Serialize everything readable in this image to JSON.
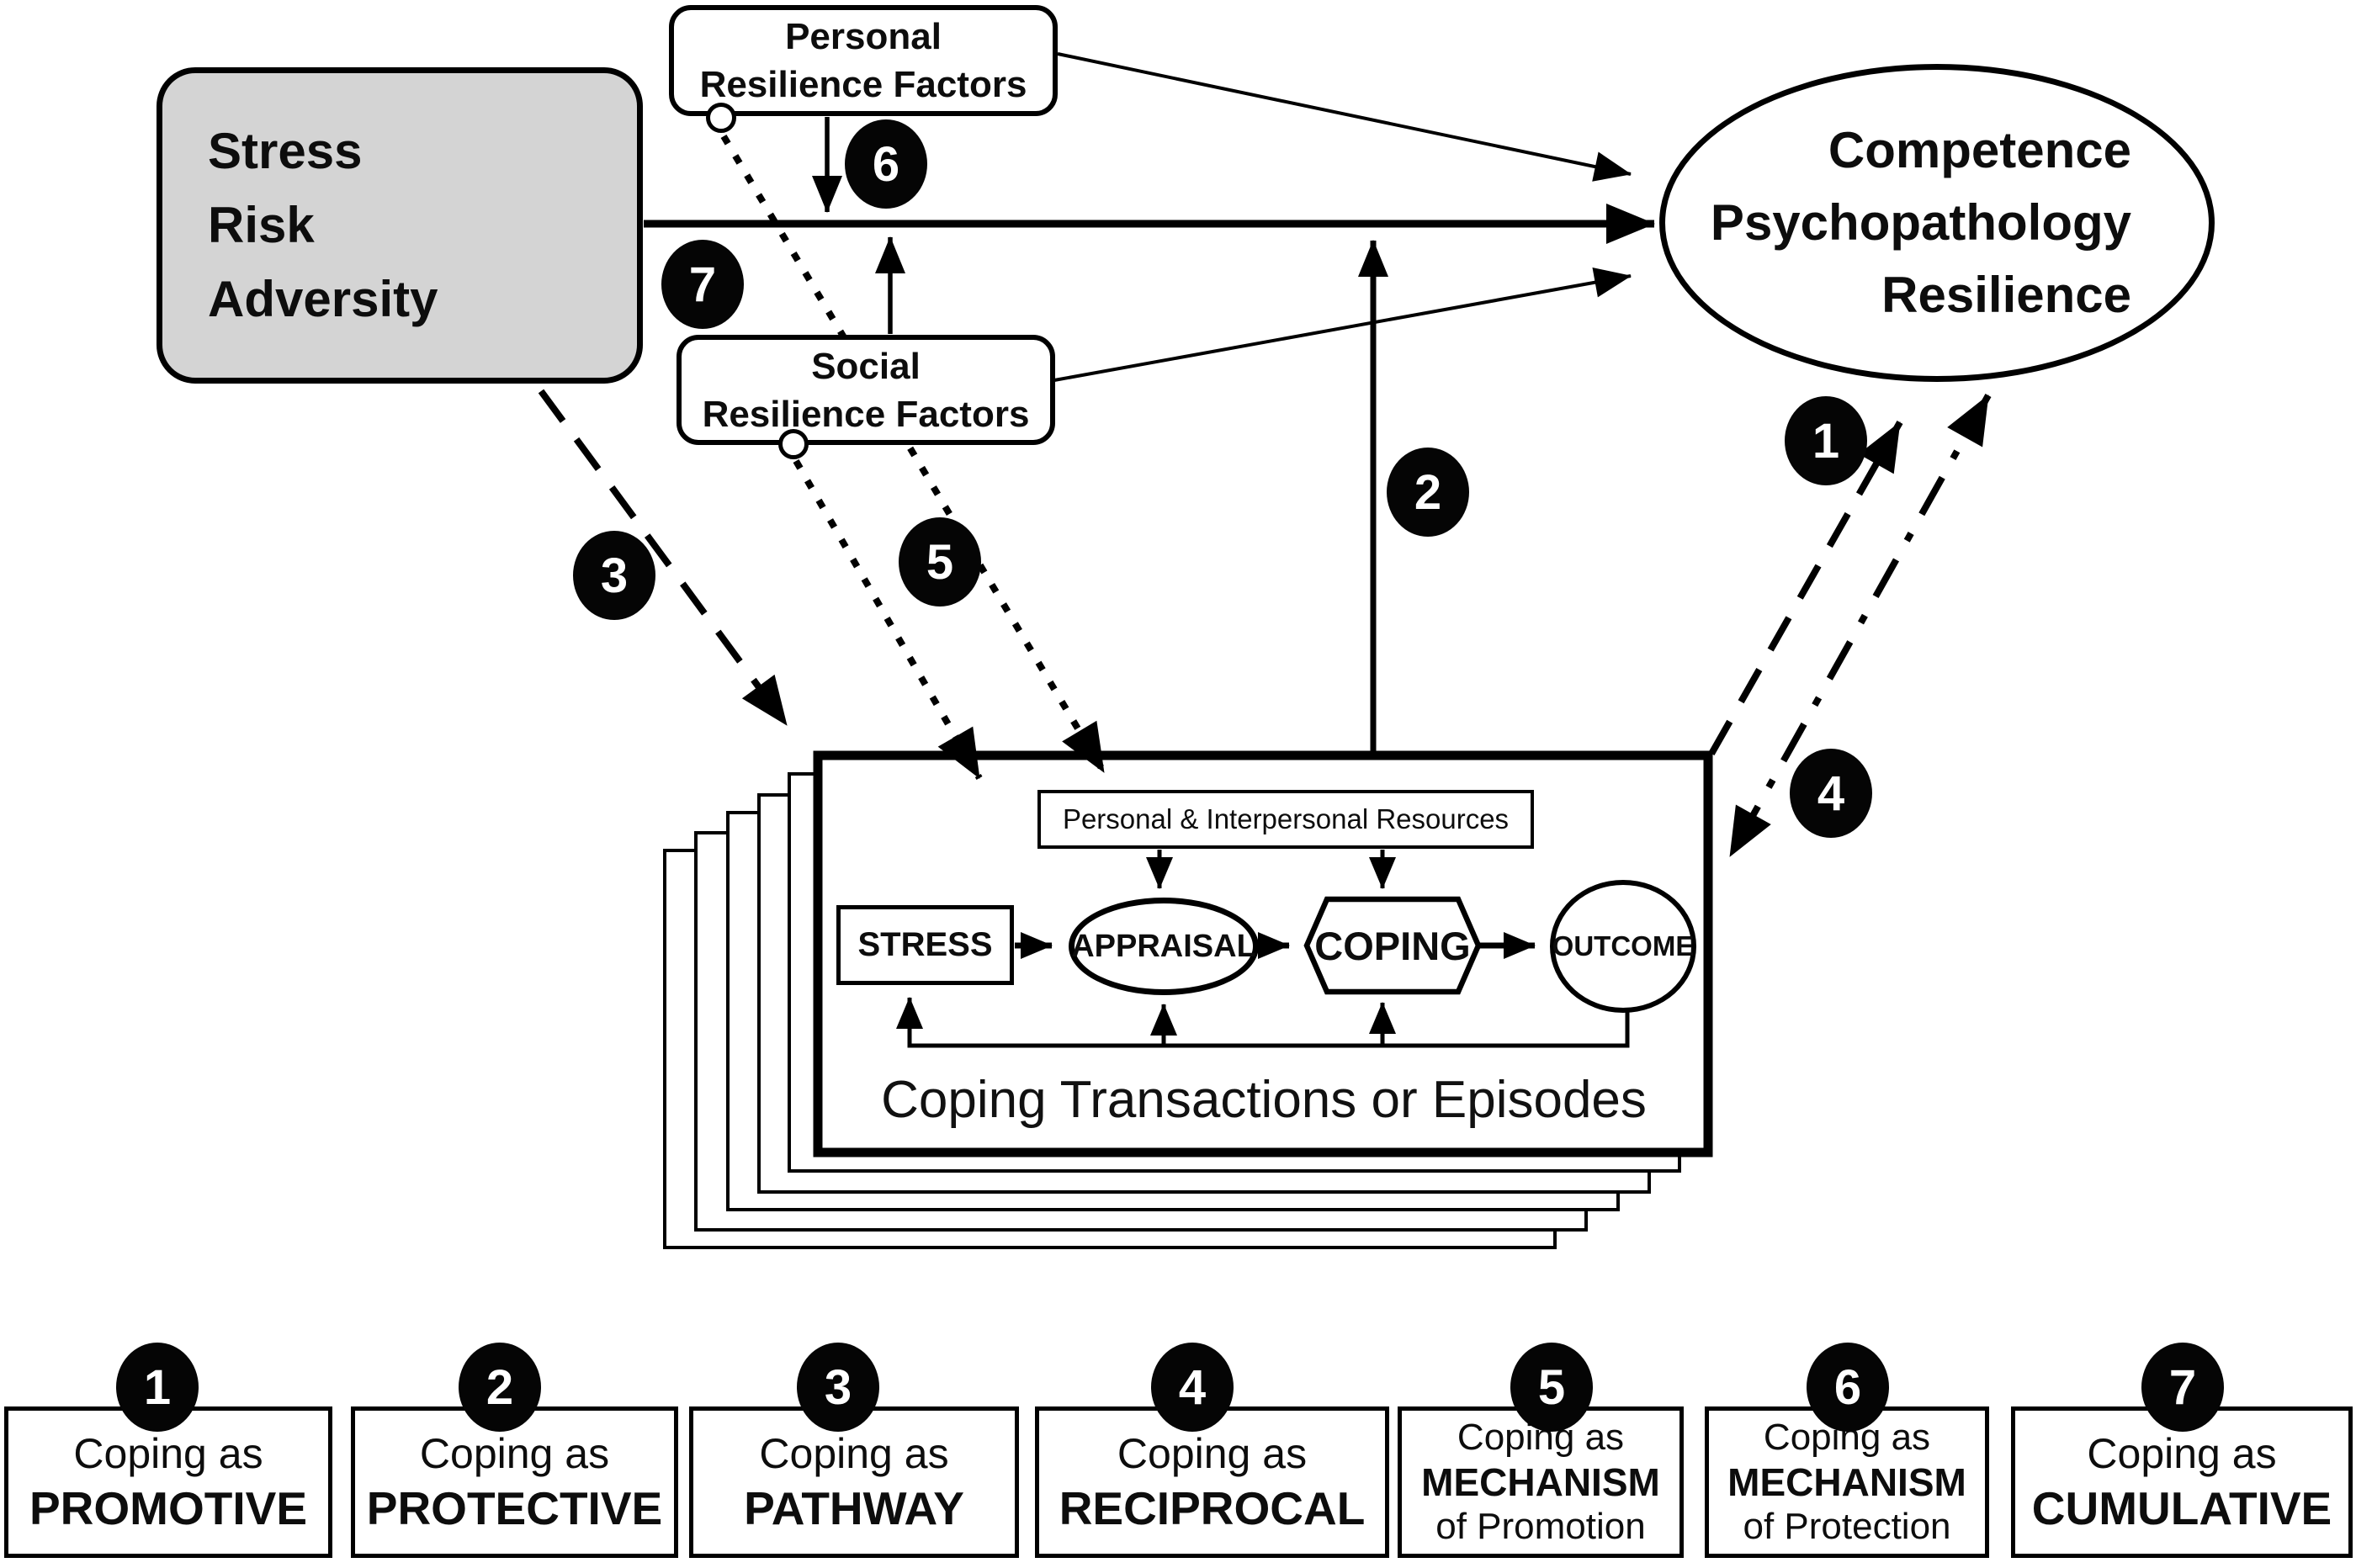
{
  "diagram": {
    "stress_box": {
      "line1": "Stress",
      "line2": "Risk",
      "line3": "Adversity"
    },
    "personal_box": {
      "line1": "Personal",
      "line2": "Resilience Factors"
    },
    "social_box": {
      "line1": "Social",
      "line2": "Resilience Factors"
    },
    "outcome_ellipse": {
      "line1": "Competence",
      "line2": "Psychopathology",
      "line3": "Resilience"
    },
    "coping_box": {
      "resources_label": "Personal & Interpersonal Resources",
      "stage_stress": "STRESS",
      "stage_appraisal": "APPRAISAL",
      "stage_coping": "COPING",
      "stage_outcome": "OUTCOME",
      "title": "Coping Transactions or Episodes"
    },
    "path_numbers": {
      "p1": "1",
      "p2": "2",
      "p3": "3",
      "p4": "4",
      "p5": "5",
      "p6": "6",
      "p7": "7"
    }
  },
  "legend": {
    "items": [
      {
        "num": "1",
        "line1": "Coping as",
        "line2": "PROMOTIVE",
        "line3": ""
      },
      {
        "num": "2",
        "line1": "Coping as",
        "line2": "PROTECTIVE",
        "line3": ""
      },
      {
        "num": "3",
        "line1": "Coping as",
        "line2": "PATHWAY",
        "line3": ""
      },
      {
        "num": "4",
        "line1": "Coping as",
        "line2": "RECIPROCAL",
        "line3": ""
      },
      {
        "num": "5",
        "line1": "Coping as",
        "line2": "MECHANISM",
        "line3": "of Promotion"
      },
      {
        "num": "6",
        "line1": "Coping as",
        "line2": "MECHANISM",
        "line3": "of Protection"
      },
      {
        "num": "7",
        "line1": "Coping as",
        "line2": "CUMULATIVE",
        "line3": ""
      }
    ]
  },
  "colors": {
    "stress_box_fill": "#d4d4d4",
    "line": "#000000",
    "text": "#0d0d0d"
  }
}
